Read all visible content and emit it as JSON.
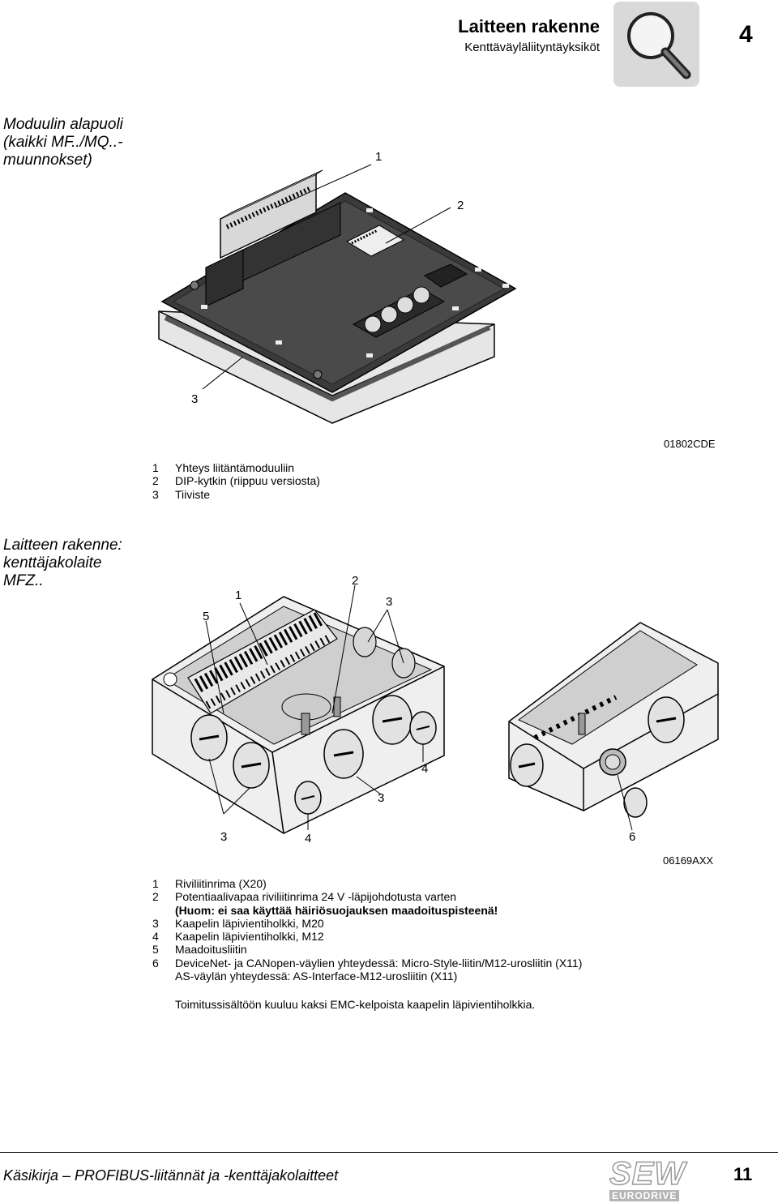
{
  "header": {
    "title": "Laitteen rakenne",
    "subtitle": "Kenttäväyläliityntäyksiköt",
    "chapter": "4",
    "icon": "magnifier-icon"
  },
  "section1": {
    "heading_lines": [
      "Moduulin alapuoli",
      "(kaikki MF../MQ..-",
      "muunnokset)"
    ],
    "figure_ref": "01802CDE",
    "callouts": [
      "1",
      "2",
      "3"
    ],
    "legend": [
      {
        "num": "1",
        "text": "Yhteys liitäntämoduuliin"
      },
      {
        "num": "2",
        "text": "DIP-kytkin (riippuu versiosta)"
      },
      {
        "num": "3",
        "text": "Tiiviste"
      }
    ]
  },
  "section2": {
    "heading_lines": [
      "Laitteen rakenne:",
      "kenttäjakolaite",
      "MFZ.."
    ],
    "figure_ref": "06169AXX",
    "callouts": [
      "5",
      "1",
      "2",
      "3",
      "4",
      "3",
      "3",
      "4",
      "6"
    ],
    "legend": [
      {
        "num": "1",
        "text": "Riviliitinrima (X20)",
        "bold": false
      },
      {
        "num": "2",
        "text": "Potentiaalivapaa riviliitinrima 24 V -läpijohdotusta varten",
        "bold": false
      },
      {
        "num": "",
        "text": "(Huom: ei saa käyttää häiriösuojauksen maadoituspisteenä!",
        "bold": true
      },
      {
        "num": "3",
        "text": "Kaapelin läpivientiholkki, M20",
        "bold": false
      },
      {
        "num": "4",
        "text": "Kaapelin läpivientiholkki, M12",
        "bold": false
      },
      {
        "num": "5",
        "text": "Maadoitusliitin",
        "bold": false
      },
      {
        "num": "6",
        "text": "DeviceNet- ja CANopen-väylien yhteydessä: Micro-Style-liitin/M12-urosliitin (X11)",
        "bold": false
      },
      {
        "num": "",
        "text": "AS-väylän yhteydessä: AS-Interface-M12-urosliitin (X11)",
        "bold": false
      }
    ],
    "note": "Toimitussisältöön kuuluu kaksi EMC-kelpoista kaapelin läpivientiholkkia."
  },
  "footer": {
    "manual": "Käsikirja – PROFIBUS-liitännät ja -kenttäjakolaitteet",
    "page": "11",
    "logo_top": "SEW",
    "logo_bottom": "EURODRIVE"
  }
}
